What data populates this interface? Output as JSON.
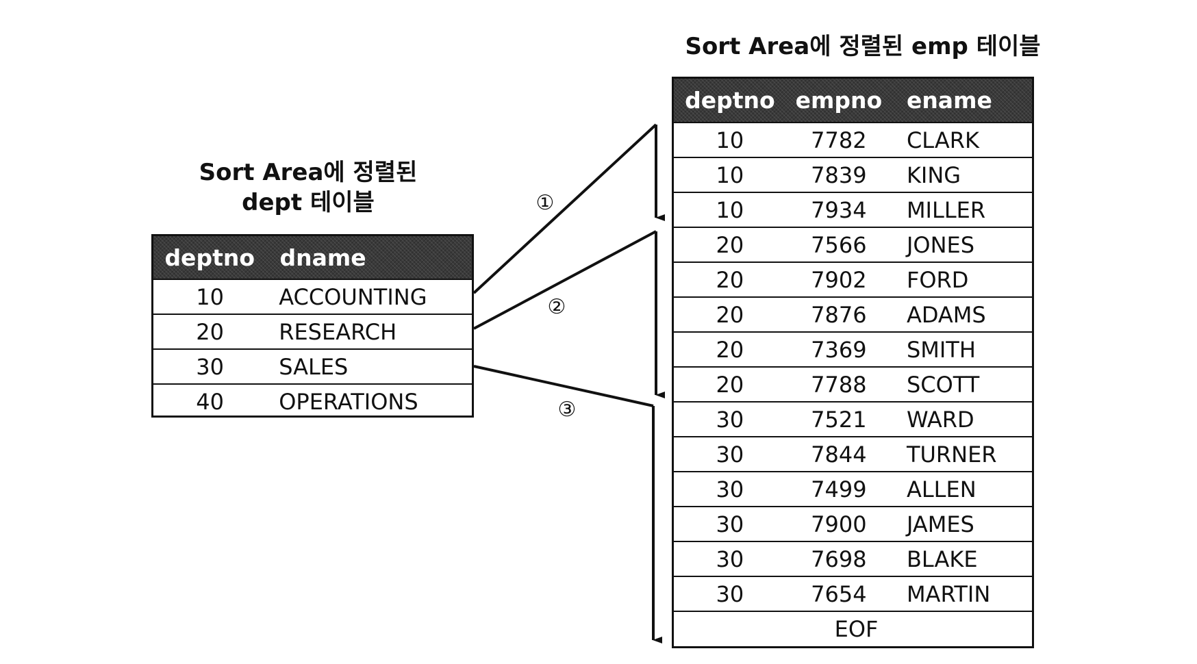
{
  "dept_title": {
    "line1": "Sort Area에 정렬된",
    "line2": "dept 테이블"
  },
  "emp_title": "Sort Area에 정렬된 emp 테이블",
  "dept_table": {
    "headers": {
      "deptno": "deptno",
      "dname": "dname"
    },
    "rows": [
      {
        "deptno": "10",
        "dname": "ACCOUNTING"
      },
      {
        "deptno": "20",
        "dname": "RESEARCH"
      },
      {
        "deptno": "30",
        "dname": "SALES"
      },
      {
        "deptno": "40",
        "dname": "OPERATIONS"
      }
    ]
  },
  "emp_table": {
    "headers": {
      "deptno": "deptno",
      "empno": "empno",
      "ename": "ename"
    },
    "rows": [
      {
        "deptno": "10",
        "empno": "7782",
        "ename": "CLARK"
      },
      {
        "deptno": "10",
        "empno": "7839",
        "ename": "KING"
      },
      {
        "deptno": "10",
        "empno": "7934",
        "ename": "MILLER"
      },
      {
        "deptno": "20",
        "empno": "7566",
        "ename": "JONES"
      },
      {
        "deptno": "20",
        "empno": "7902",
        "ename": "FORD"
      },
      {
        "deptno": "20",
        "empno": "7876",
        "ename": "ADAMS"
      },
      {
        "deptno": "20",
        "empno": "7369",
        "ename": "SMITH"
      },
      {
        "deptno": "20",
        "empno": "7788",
        "ename": "SCOTT"
      },
      {
        "deptno": "30",
        "empno": "7521",
        "ename": "WARD"
      },
      {
        "deptno": "30",
        "empno": "7844",
        "ename": "TURNER"
      },
      {
        "deptno": "30",
        "empno": "7499",
        "ename": "ALLEN"
      },
      {
        "deptno": "30",
        "empno": "7900",
        "ename": "JAMES"
      },
      {
        "deptno": "30",
        "empno": "7698",
        "ename": "BLAKE"
      },
      {
        "deptno": "30",
        "empno": "7654",
        "ename": "MARTIN"
      }
    ],
    "eof": "EOF"
  },
  "steps": [
    "①",
    "②",
    "③"
  ],
  "colors": {
    "header_bg": "#3a3a3a",
    "line": "#111111"
  }
}
